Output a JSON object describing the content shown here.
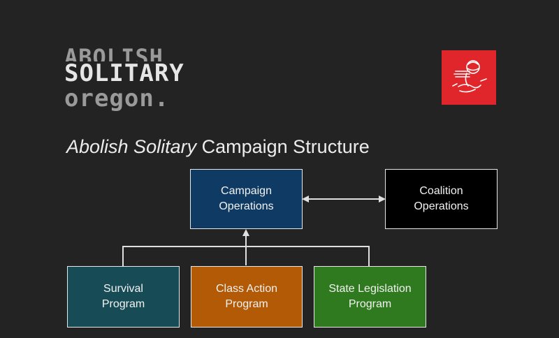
{
  "logo": {
    "line1": "ABOLISH",
    "line2": "SOLITARY",
    "line3": "oregon."
  },
  "emblem": {
    "icon": "rose-handshake-icon",
    "color": "#e0262a"
  },
  "title": {
    "emphasis": "Abolish Solitary",
    "rest": "Campaign Structure"
  },
  "nodes": {
    "campaign_operations": {
      "line1": "Campaign",
      "line2": "Operations",
      "color": "#0f3a63"
    },
    "coalition_operations": {
      "line1": "Coalition",
      "line2": "Operations",
      "color": "#000000"
    },
    "survival_program": {
      "line1": "Survival",
      "line2": "Program",
      "color": "#174c56"
    },
    "class_action_program": {
      "line1": "Class Action",
      "line2": "Program",
      "color": "#b35a06"
    },
    "state_legislation_program": {
      "line1": "State Legislation",
      "line2": "Program",
      "color": "#2f7a1e"
    }
  },
  "colors": {
    "background": "#232323",
    "connector": "#e0e0e0"
  }
}
